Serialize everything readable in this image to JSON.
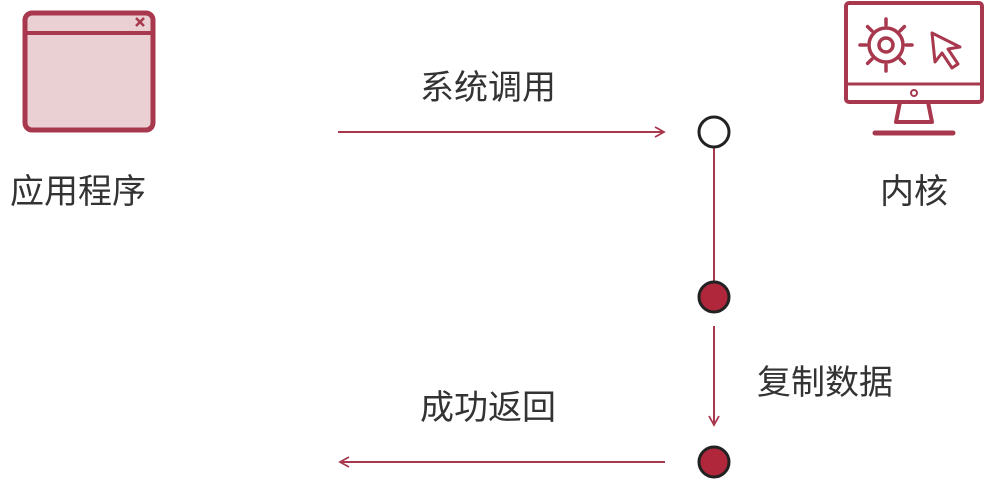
{
  "labels": {
    "app": "应用程序",
    "kernel": "内核",
    "syscall": "系统调用",
    "copy": "复制数据",
    "success": "成功返回"
  },
  "colors": {
    "accent": "#a8384e",
    "dot_fill": "#b0263b",
    "app_icon_fill": "#ead0d3",
    "text": "#333333"
  },
  "icons": {
    "app": "app-window-icon",
    "kernel": "monitor-gear-cursor-icon"
  }
}
